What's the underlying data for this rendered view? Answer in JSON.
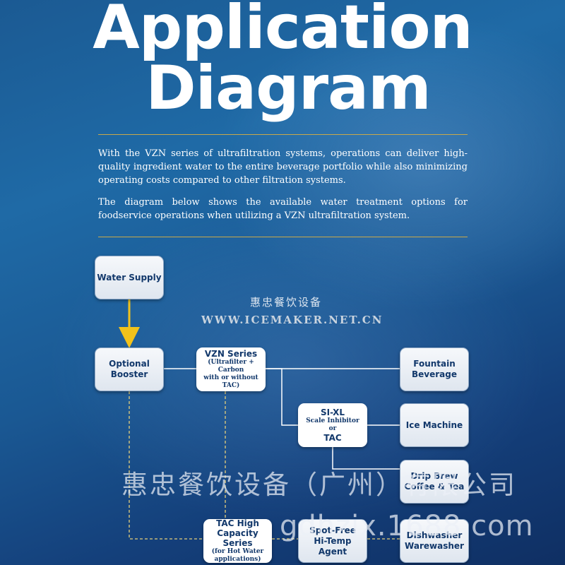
{
  "header": {
    "title_line1": "Application",
    "title_line2": "Diagram"
  },
  "intro": {
    "paragraph1": "With the VZN series of ultrafiltration systems, operations can deliver high-quality ingredient water to the entire beverage portfolio while also minimizing operating costs compared to other filtration systems.",
    "paragraph2": "The diagram below shows the available water treatment options for foodservice operations when utilizing a VZN ultrafiltration system."
  },
  "diagram": {
    "water_supply": "Water Supply",
    "optional_booster": {
      "line1": "Optional",
      "line2": "Booster"
    },
    "vzn_series": {
      "title": "VZN Series",
      "sub1": "(Ultrafilter + Carbon",
      "sub2": "with or without TAC)"
    },
    "fountain_beverage": {
      "line1": "Fountain",
      "line2": "Beverage"
    },
    "si_xl": {
      "title": "SI-XL",
      "sub1": "Scale Inhibitor",
      "sub2": "or",
      "tac": "TAC"
    },
    "ice_machine": "Ice Machine",
    "drip_brew": {
      "line1": "Drip Brew",
      "line2": "Coffee & Tea"
    },
    "tac_high": {
      "line1": "TAC High",
      "line2": "Capacity Series",
      "sub1": "(for Hot Water",
      "sub2": "applications)"
    },
    "spot_free": {
      "line1": "Spot-Free",
      "line2": "Hi-Temp Agent"
    },
    "dishwasher": {
      "line1": "Dishwasher",
      "line2": "Warewasher"
    }
  },
  "watermark": {
    "cn_small": "惠忠餐饮设备",
    "url": "WWW.ICEMAKER.NET.CN",
    "company": "惠忠餐饮设备（广州）有限公司",
    "site": "gdhzjx.1688.com"
  },
  "colors": {
    "accent_gold": "#c9a94a",
    "arrow_yellow": "#f2c21b",
    "node_text": "#12386b"
  }
}
